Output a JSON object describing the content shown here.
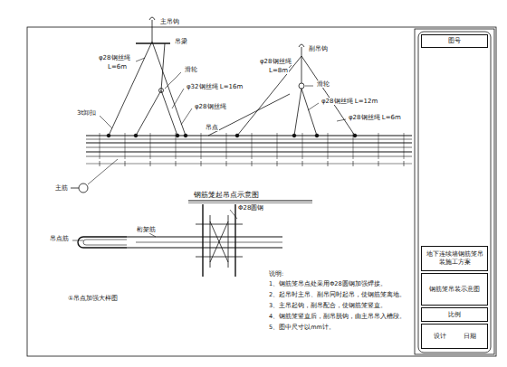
{
  "diagram": {
    "title": "钢筋笼起吊点示意图",
    "nodes": [
      {
        "text": [
          "图号"
        ]
      },
      {
        "text": [
          "地下连续墙钢筋笼吊装施工方案"
        ]
      },
      {
        "text": [
          "钢筋笼吊装示意图"
        ]
      },
      {
        "text": [
          "比例"
        ]
      },
      {
        "text": [
          "设计",
          "日期"
        ]
      }
    ],
    "labels": [
      "主吊钩",
      "吊梁",
      "φ28钢丝绳",
      "L=6m",
      "滑轮",
      "φ32钢丝绳 L=16m",
      "φ28钢丝绳",
      "3t卸扣",
      "副吊钩",
      "φ28钢丝绳",
      "L=8m",
      "滑轮",
      "φ28钢丝绳 L=12m",
      "φ28钢丝绳 L=6m",
      "吊点",
      "主筋",
      "Φ28圆钢",
      "吊点筋",
      "桁架筋",
      "①吊点加强大样图",
      "说明:",
      "1、钢筋笼吊点处采用Φ28圆钢加强焊接。",
      "2、起吊时主吊、副吊同时起吊，使钢筋笼离地。",
      "3、主吊起钩，副吊配合，使钢筋笼竖直。",
      "4、钢筋笼竖直后，副吊脱钩，由主吊吊入槽段。",
      "5、图中尺寸以mm计。"
    ]
  }
}
